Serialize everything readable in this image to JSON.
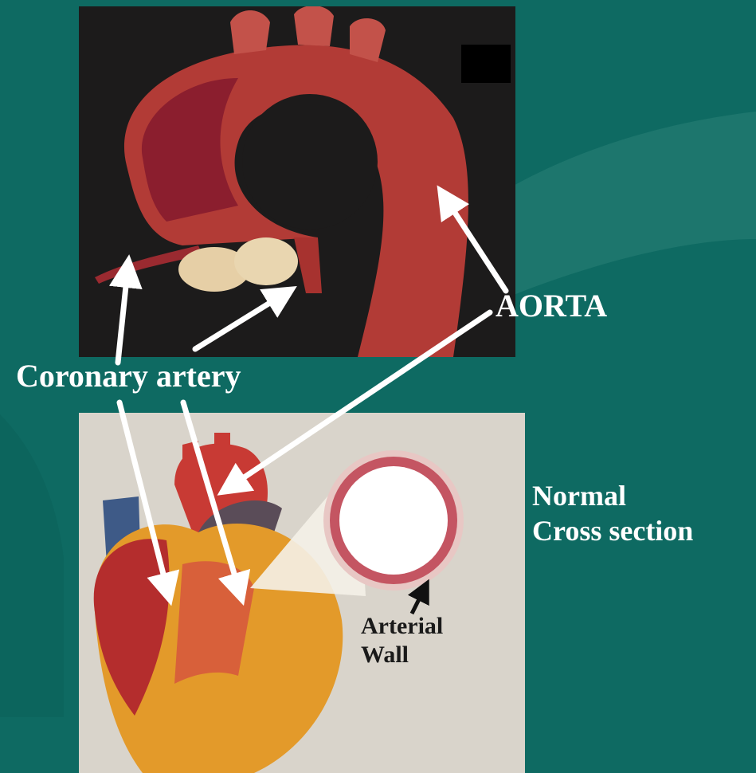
{
  "labels": {
    "aorta": "AORTA",
    "coronary_artery": "Coronary artery",
    "normal": "Normal",
    "cross_section": "Cross section",
    "arterial": "Arterial",
    "wall": "Wall"
  },
  "colors": {
    "background": "#0e6a62",
    "label_text": "#ffffff",
    "arrow": "#ffffff",
    "artery_red": "#b83a35",
    "artery_dark": "#7e1a24"
  },
  "icons": [
    "aorta-illustration",
    "heart-illustration",
    "artery-cross-section",
    "arrow"
  ]
}
